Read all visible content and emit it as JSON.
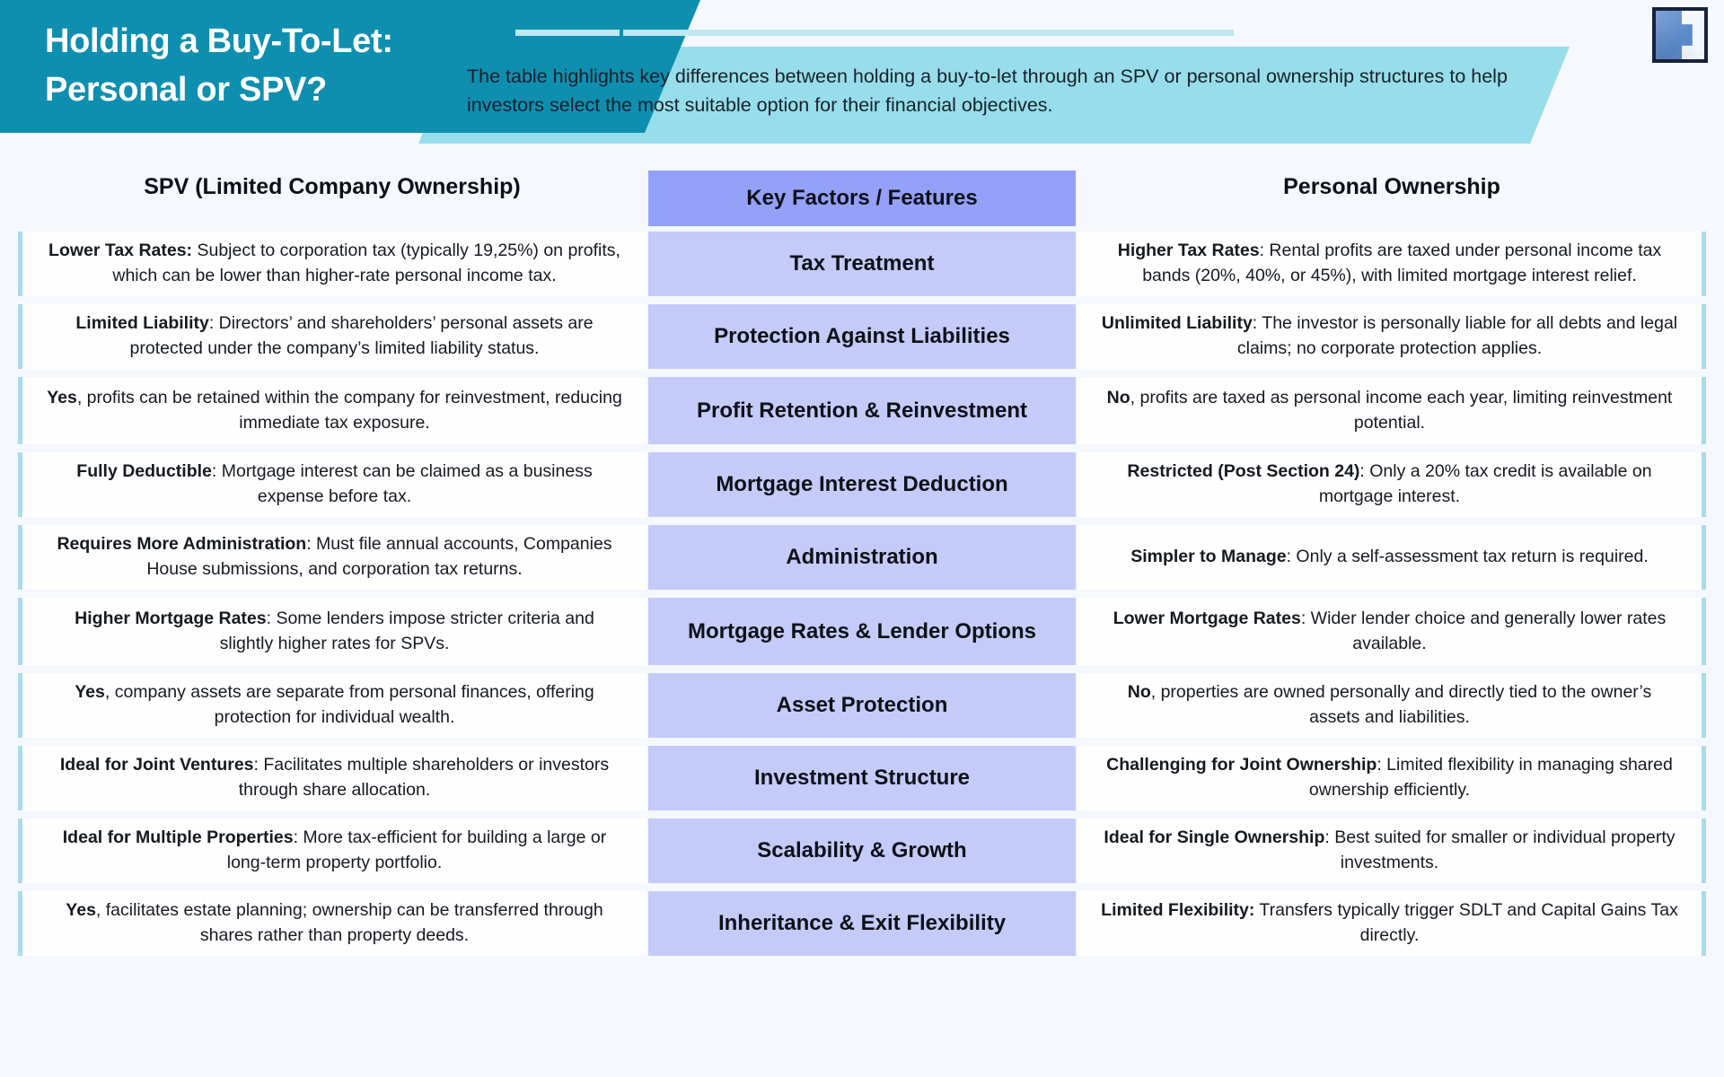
{
  "header": {
    "title_line1": "Holding a Buy-To-Let:",
    "title_line2": "Personal or SPV?",
    "subtitle": "The table highlights key differences between holding a buy-to-let through an SPV or personal ownership structures to help investors select the most suitable option for their financial objectives.",
    "logo_name": "company-logo",
    "teal_color": "#0E8FB0",
    "cyan_color": "#97DEEA"
  },
  "colors": {
    "page_background": "#F5F8FD",
    "center_header": "#93A1F9",
    "center_row": "#C5CBF9",
    "row_accent": "#A8DCE8",
    "cell_background": "#FEFEFF"
  },
  "table": {
    "header_left": "SPV (Limited Company Ownership)",
    "header_center": "Key Factors / Features",
    "header_right": "Personal Ownership",
    "rows": [
      {
        "factor": "Tax Treatment",
        "spv_bold": "Lower Tax Rates:",
        "spv_text": " Subject to corporation tax (typically 19,25%) on profits, which can be lower than higher-rate personal income tax.",
        "personal_bold": "Higher Tax Rates",
        "personal_text": ": Rental profits are taxed under personal income tax bands (20%, 40%, or 45%), with limited mortgage interest relief."
      },
      {
        "factor": "Protection Against Liabilities",
        "spv_bold": "Limited Liability",
        "spv_text": ": Directors’ and shareholders’ personal assets are protected under the company’s limited liability status.",
        "personal_bold": "Unlimited Liability",
        "personal_text": ": The investor is personally liable for all debts and legal claims; no corporate protection applies."
      },
      {
        "factor": "Profit Retention & Reinvestment",
        "spv_bold": "Yes",
        "spv_text": ", profits can be retained within the company for reinvestment, reducing immediate tax exposure.",
        "personal_bold": "No",
        "personal_text": ", profits are taxed as personal income each year, limiting reinvestment potential."
      },
      {
        "factor": "Mortgage Interest Deduction",
        "spv_bold": "Fully Deductible",
        "spv_text": ": Mortgage interest can be claimed as a business expense before tax.",
        "personal_bold": "Restricted (Post Section 24)",
        "personal_text": ": Only a 20% tax credit is available on mortgage interest."
      },
      {
        "factor": "Administration",
        "spv_bold": "Requires More Administration",
        "spv_text": ": Must file annual accounts, Companies House submissions, and corporation tax returns.",
        "personal_bold": "Simpler to Manage",
        "personal_text": ": Only a self-assessment tax return is required."
      },
      {
        "factor": "Mortgage Rates & Lender Options",
        "spv_bold": "Higher Mortgage Rates",
        "spv_text": ": Some lenders impose stricter criteria and slightly higher rates for SPVs.",
        "personal_bold": "Lower Mortgage Rates",
        "personal_text": ": Wider lender choice and generally lower rates available."
      },
      {
        "factor": "Asset Protection",
        "spv_bold": "Yes",
        "spv_text": ", company assets are separate from personal finances, offering protection for individual wealth.",
        "personal_bold": "No",
        "personal_text": ", properties are owned personally and directly tied to the owner’s assets and liabilities."
      },
      {
        "factor": "Investment Structure",
        "spv_bold": "Ideal for Joint Ventures",
        "spv_text": ": Facilitates multiple shareholders or investors through share allocation.",
        "personal_bold": "Challenging for Joint Ownership",
        "personal_text": ": Limited flexibility in managing shared ownership efficiently."
      },
      {
        "factor": "Scalability & Growth",
        "spv_bold": "Ideal for Multiple Properties",
        "spv_text": ": More tax-efficient for building a large or long-term property portfolio.",
        "personal_bold": "Ideal for Single Ownership",
        "personal_text": ": Best suited for smaller or individual property investments."
      },
      {
        "factor": "Inheritance & Exit Flexibility",
        "spv_bold": "Yes",
        "spv_text": ", facilitates estate planning; ownership can be transferred through shares rather than property deeds.",
        "personal_bold": "Limited Flexibility:",
        "personal_text": " Transfers typically trigger SDLT and Capital Gains Tax directly."
      }
    ]
  }
}
